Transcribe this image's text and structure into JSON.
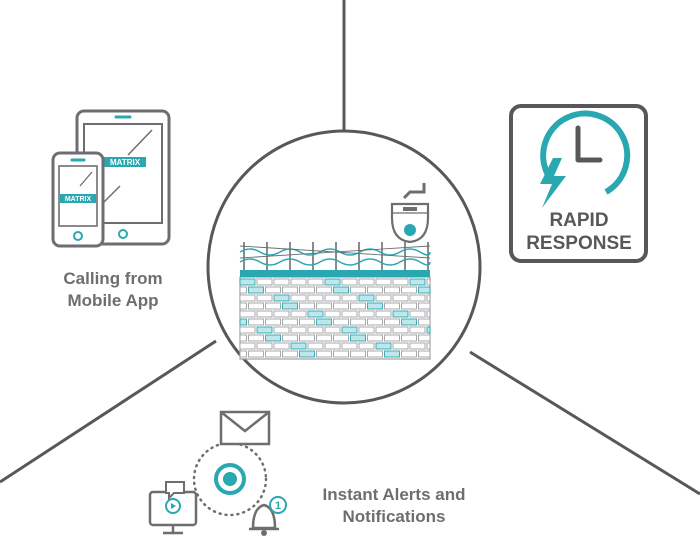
{
  "features": {
    "mobile_app": {
      "line1": "Calling from",
      "line2": "Mobile App"
    },
    "rapid_response": {
      "line1": "RAPID",
      "line2": "RESPONSE"
    },
    "alerts": {
      "line1": "Instant Alerts and",
      "line2": "Notifications"
    }
  },
  "device_brand": "MATRIX",
  "notification_count": "1",
  "colors": {
    "line": "#58585a",
    "icon_gray": "#6e6e70",
    "accent": "#2aa8b2",
    "accent_light": "#bfe6ea",
    "brick": "#9fa1a4"
  }
}
